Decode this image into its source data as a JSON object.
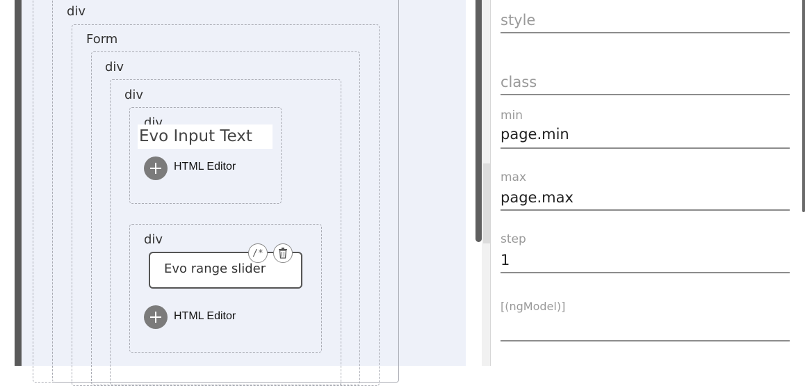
{
  "canvas": {
    "labels": {
      "div_outer": "div",
      "form": "Form",
      "div_1": "div",
      "div_2": "div",
      "div_3": "div",
      "div_4": "div"
    },
    "evo_input_text": "Evo Input Text",
    "html_editor_1": "HTML Editor",
    "evo_range_slider": "Evo range slider",
    "html_editor_2": "HTML Editor",
    "tools": {
      "comment_icon": "/*",
      "delete_icon": "trash-icon"
    }
  },
  "properties": {
    "style": {
      "placeholder": "style",
      "value": ""
    },
    "class": {
      "placeholder": "class",
      "value": ""
    },
    "min": {
      "label": "min",
      "value": "page.min"
    },
    "max": {
      "label": "max",
      "value": "page.max"
    },
    "step": {
      "label": "step",
      "value": "1"
    },
    "ngmodel": {
      "label": "[(ngModel)]",
      "value": ""
    }
  }
}
